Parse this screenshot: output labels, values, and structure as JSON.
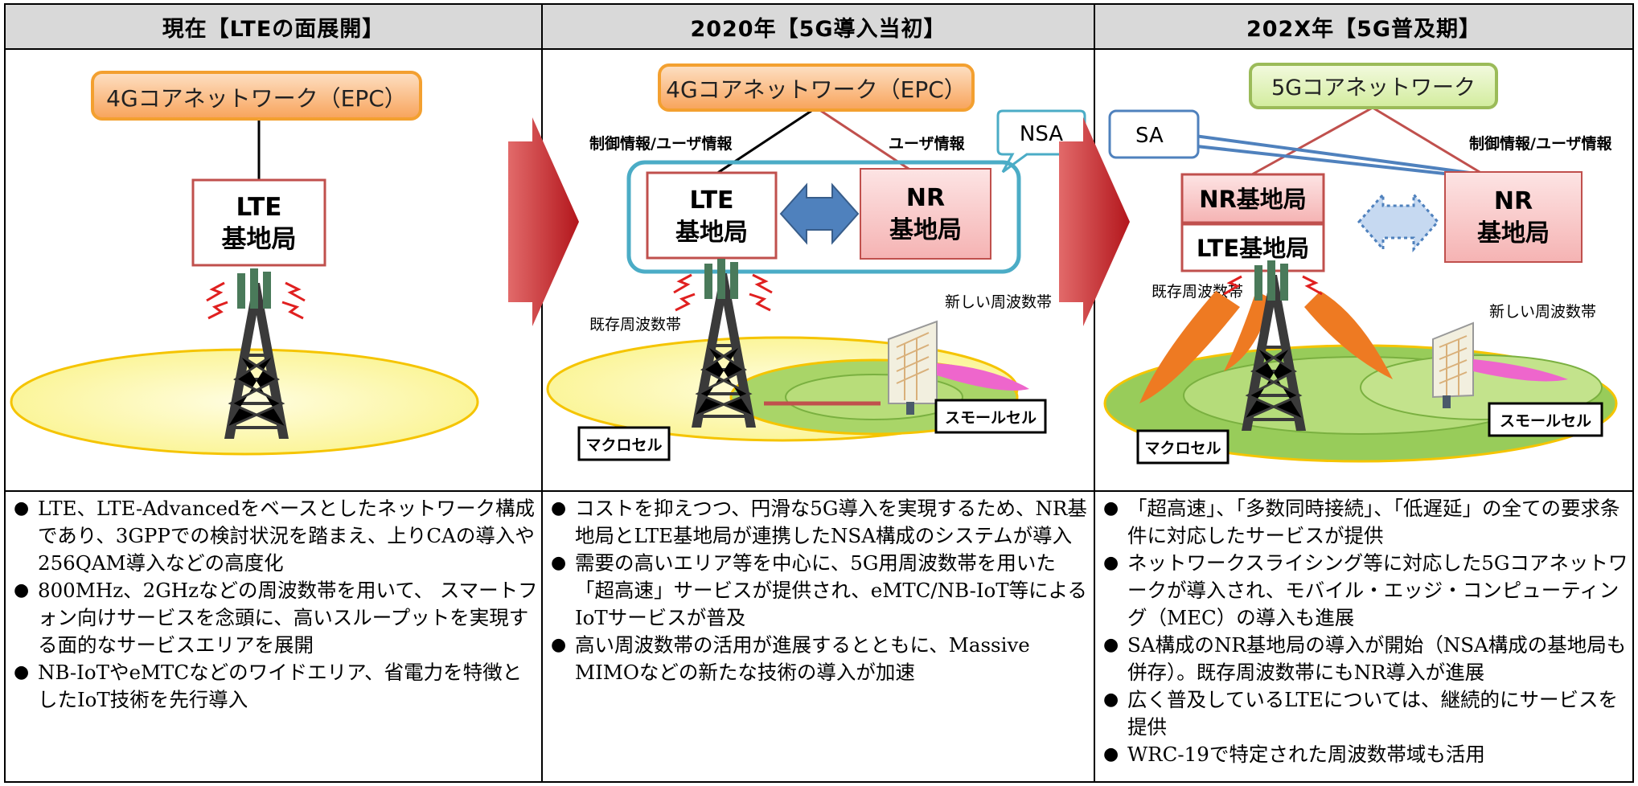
{
  "columns": [
    {
      "header": "現在【LTEの面展開】",
      "core": "4Gコアネットワーク（EPC）",
      "bs_lte_1": "LTE",
      "bs_lte_2": "基地局",
      "bullets": [
        "LTE、LTE-Advancedをベースとしたネットワーク構成であり、3GPPでの検討状況を踏まえ、上りCAの導入や256QAM導入などの高度化",
        "800MHz、2GHzなどの周波数帯を用いて、 スマートフォン向けサービスを念頭に、高いスループットを実現する面的なサービスエリアを展開",
        "NB-IoTやeMTCなどのワイドエリア、省電力を特徴としたIoT技術を先行導入"
      ]
    },
    {
      "header": "2020年【5G導入当初】",
      "core": "4Gコアネットワーク（EPC）",
      "nsa": "NSA",
      "label_left": "制御情報/ユーザ情報",
      "label_right": "ユーザ情報",
      "bs_lte_1": "LTE",
      "bs_lte_2": "基地局",
      "bs_nr_1": "NR",
      "bs_nr_2": "基地局",
      "existing_band": "既存周波数帯",
      "new_band": "新しい周波数帯",
      "macro": "マクロセル",
      "small": "スモールセル",
      "bullets": [
        "コストを抑えつつ、円滑な5G導入を実現するため、NR基地局とLTE基地局が連携したNSA構成のシステムが導入",
        "需要の高いエリア等を中心に、5G用周波数帯を用いた「超高速」サービスが提供され、eMTC/NB-IoT等によるIoTサービスが普及",
        "高い周波数帯の活用が進展するとともに、Massive MIMOなどの新たな技術の導入が加速"
      ]
    },
    {
      "header": "202X年【5G普及期】",
      "core": "5Gコアネットワーク",
      "sa": "SA",
      "label_right": "制御情報/ユーザ情報",
      "bs_nr_combined": "NR基地局",
      "bs_lte_combined": "LTE基地局",
      "bs_nr_1": "NR",
      "bs_nr_2": "基地局",
      "existing_band": "既存周波数帯",
      "new_band": "新しい周波数帯",
      "macro": "マクロセル",
      "small": "スモールセル",
      "bullets": [
        "「超高速」、「多数同時接続」、「低遅延」の全ての要求条件に対応したサービスが提供",
        "ネットワークスライシング等に対応した5Gコアネットワークが導入され、モバイル・エッジ・コンピューティング（MEC）の導入も進展",
        "SA構成のNR基地局の導入が開始（NSA構成の基地局も併存）。既存周波数帯にもNR導入が進展",
        "広く普及しているLTEについては、継続的にサービスを提供",
        "WRC-19で特定された周波数帯域も活用"
      ]
    }
  ],
  "colors": {
    "core4g": "#f8a35a",
    "core5g": "#d7eeaa",
    "lteBorder": "#c0504d",
    "nrFill": "#f8c6c6",
    "arrow": "#c0282d",
    "nsaBorder": "#4bacc6"
  }
}
